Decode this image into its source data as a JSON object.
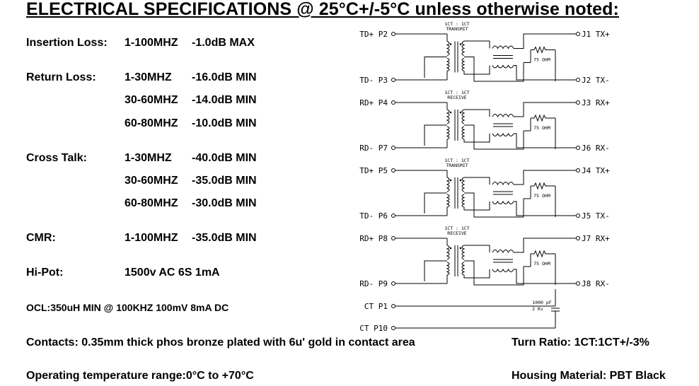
{
  "title": "ELECTRICAL SPECIFICATIONS @ 25°C+/-5°C unless otherwise noted:",
  "insertion_loss": {
    "label": "Insertion Loss:",
    "range": "1-100MHZ",
    "value": "-1.0dB MAX"
  },
  "return_loss": {
    "label": "Return Loss:",
    "rows": [
      {
        "range": "1-30MHZ",
        "value": "-16.0dB MIN"
      },
      {
        "range": "30-60MHZ",
        "value": "-14.0dB MIN"
      },
      {
        "range": "60-80MHZ",
        "value": "-10.0dB MIN"
      }
    ]
  },
  "cross_talk": {
    "label": "Cross Talk:",
    "rows": [
      {
        "range": "1-30MHZ",
        "value": "-40.0dB MIN"
      },
      {
        "range": "30-60MHZ",
        "value": "-35.0dB MIN"
      },
      {
        "range": "60-80MHZ",
        "value": "-30.0dB MIN"
      }
    ]
  },
  "cmr": {
    "label": "CMR:",
    "range": "1-100MHZ",
    "value": "-35.0dB MIN"
  },
  "hipot": {
    "label": "Hi-Pot:",
    "value": "1500v AC 6S 1mA"
  },
  "ocl": "OCL:350uH MIN @ 100KHZ 100mV 8mA DC",
  "contacts": "Contacts: 0.35mm thick phos bronze plated with 6u' gold in contact area",
  "temperature": "Operating temperature range:0°C to +70°C",
  "turn_ratio": "Turn Ratio: 1CT:1CT+/-3%",
  "housing": "Housing Material: PBT Black",
  "schematic": {
    "left_pins": [
      "TD+ P2",
      "TD- P3",
      "RD+ P4",
      "RD- P7",
      "TD+ P5",
      "TD- P6",
      "RD+ P8",
      "RD- P9",
      "CT P1",
      "CT P10"
    ],
    "right_pins": [
      "J1 TX+",
      "J2 TX-",
      "J3 RX+",
      "J6 RX-",
      "J4 TX+",
      "J5 TX-",
      "J7 RX+",
      "J8 RX-"
    ],
    "block_labels": [
      "1CT : 1CT",
      "TRANSMIT",
      "1CT : 1CT",
      "RECEIVE",
      "1CT : 1CT",
      "TRANSMIT",
      "1CT : 1CT",
      "RECEIVE"
    ],
    "resistor_label": "75 OHM",
    "cap_value": "1000 pF",
    "cap_voltage": "2 Kv"
  }
}
